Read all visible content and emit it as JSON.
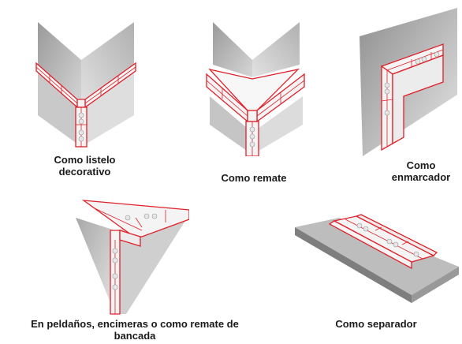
{
  "colors": {
    "wall_light": "#d9d9d9",
    "wall_mid": "#bdbdbd",
    "wall_dark": "#8e8e8e",
    "profile_line": "#e0202a",
    "profile_fill": "#f4f4f4",
    "caption_text": "#1a1a1a"
  },
  "figures": [
    {
      "id": "listelo",
      "caption_lines": [
        "Como listelo",
        "decorativo"
      ]
    },
    {
      "id": "remate",
      "caption_lines": [
        "Como remate"
      ]
    },
    {
      "id": "enmarcador",
      "caption_lines": [
        "Como",
        "enmarcador"
      ]
    },
    {
      "id": "peldanos",
      "caption_lines": [
        "En peldaños, encimeras o como remate de",
        "bancada"
      ]
    },
    {
      "id": "separador",
      "caption_lines": [
        "Como separador"
      ]
    }
  ]
}
